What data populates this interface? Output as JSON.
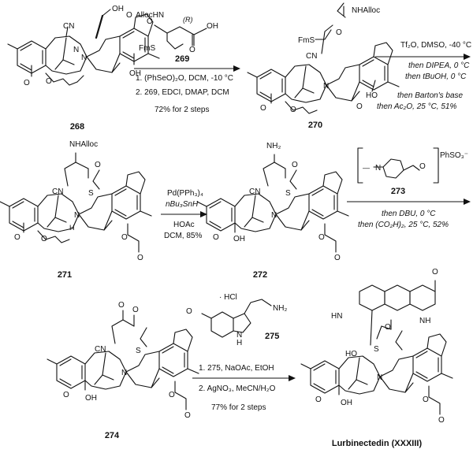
{
  "compounds": {
    "c268": "268",
    "c269": "269",
    "c270": "270",
    "c271": "271",
    "c272": "272",
    "c273": "273",
    "c274": "274",
    "c275": "275",
    "product": "Lurbinectedin (XXXIII)"
  },
  "step1": {
    "reagent_label": "269",
    "cond1": "1. (PhSeO)₂O, DCM, -10 °C",
    "cond2": "2. 269, EDCI, DMAP, DCM",
    "yield": "72% for 2 steps"
  },
  "step2": {
    "l1": "Tf₂O, DMSO, -40 °C",
    "l2": "then DIPEA, 0 °C",
    "l3": "then tBuOH, 0 °C",
    "l4": "then Barton's base",
    "l5": "then Ac₂O, 25 °C, 51%"
  },
  "step3": {
    "l1": "Pd(PPh₃)₄",
    "l2": "nBu₃SnH",
    "l3": "HOAc",
    "l4": "DCM, 85%"
  },
  "step4": {
    "counterion": "PhSO₃⁻",
    "l1": "then DBU, 0 °C",
    "l2": "then (CO₂H)₂, 25 °C, 52%"
  },
  "step5": {
    "salt": "· HCl",
    "cond1": "1. 275, NaOAc, EtOH",
    "cond2": "2. AgNO₃, MeCN/H₂O",
    "yield": "77% for 2 steps"
  },
  "atoms": {
    "cn": "CN",
    "oh": "OH",
    "n": "N",
    "o": "O",
    "s": "S",
    "fms": "FmS",
    "nhalloc": "NHAlloc",
    "allochn": "AllocHN",
    "r": "(R)",
    "nh2": "NH₂",
    "ho": "HO",
    "h": "H",
    "nh": "NH",
    "hn": "HN"
  }
}
